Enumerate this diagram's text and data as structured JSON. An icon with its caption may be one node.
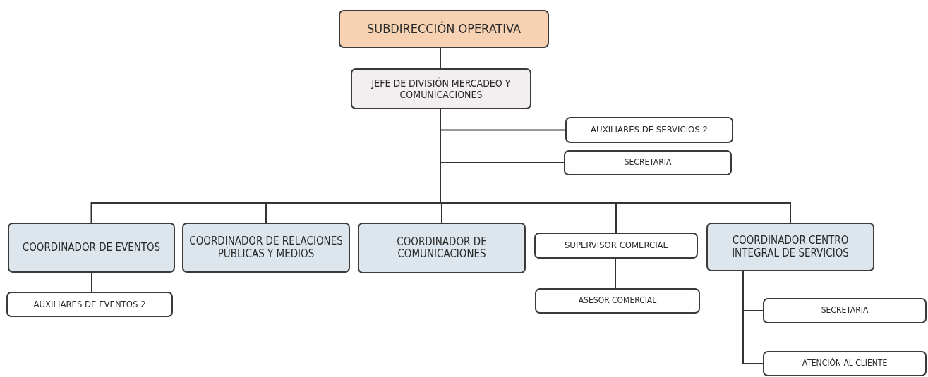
{
  "diagram": {
    "nodes": [
      {
        "text": [
          "SUBDIRECCIÓN OPERATIVA"
        ]
      },
      {
        "text": [
          "JEFE DE DIVISIÓN MERCADEO Y COMUNICACIONES"
        ]
      },
      {
        "text": [
          "AUXILIARES DE SERVICIOS 2"
        ]
      },
      {
        "text": [
          "SECRETARIA"
        ]
      },
      {
        "text": [
          "COORDINADOR DE EVENTOS"
        ]
      },
      {
        "text": [
          "COORDINADOR DE RELACIONES PÚBLICAS Y MEDIOS"
        ]
      },
      {
        "text": [
          "COORDINADOR DE COMUNICACIONES"
        ]
      },
      {
        "text": [
          "SUPERVISOR COMERCIAL"
        ]
      },
      {
        "text": [
          "COORDINADOR CENTRO INTEGRAL DE SERVICIOS"
        ]
      },
      {
        "text": [
          "AUXILIARES DE EVENTOS 2"
        ]
      },
      {
        "text": [
          "ASESOR COMERCIAL"
        ]
      },
      {
        "text": [
          "SECRETARIA"
        ]
      },
      {
        "text": [
          "ATENCIÓN AL CLIENTE"
        ]
      }
    ],
    "edges": [
      {
        "from": 0,
        "to": 1,
        "arrow": "none"
      },
      {
        "from": 1,
        "to": 2,
        "arrow": "none"
      },
      {
        "from": 1,
        "to": 3,
        "arrow": "none"
      },
      {
        "from": 1,
        "to": 4,
        "arrow": "none"
      },
      {
        "from": 1,
        "to": 5,
        "arrow": "none"
      },
      {
        "from": 1,
        "to": 6,
        "arrow": "none"
      },
      {
        "from": 1,
        "to": 7,
        "arrow": "none"
      },
      {
        "from": 1,
        "to": 8,
        "arrow": "none"
      },
      {
        "from": 4,
        "to": 9,
        "arrow": "none"
      },
      {
        "from": 7,
        "to": 10,
        "arrow": "none"
      },
      {
        "from": 8,
        "to": 11,
        "arrow": "none"
      },
      {
        "from": 8,
        "to": 12,
        "arrow": "none"
      }
    ]
  }
}
